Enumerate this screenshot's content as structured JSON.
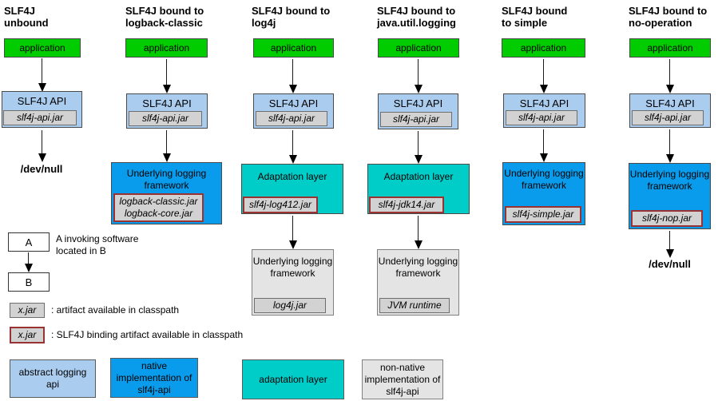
{
  "columns": [
    {
      "title1": "SLF4J",
      "title2": "unbound",
      "application": "application",
      "api_label": "SLF4J API",
      "api_jar": "slf4j-api.jar",
      "output": "/dev/null"
    },
    {
      "title1": "SLF4J bound to",
      "title2": "logback-classic",
      "application": "application",
      "api_label": "SLF4J API",
      "api_jar": "slf4j-api.jar",
      "framework_label": "Underlying logging framework",
      "framework_jar1": "logback-classic.jar",
      "framework_jar2": "logback-core.jar"
    },
    {
      "title1": "SLF4J bound to",
      "title2": "log4j",
      "application": "application",
      "api_label": "SLF4J API",
      "api_jar": "slf4j-api.jar",
      "adaptation_label": "Adaptation layer",
      "adaptation_jar": "slf4j-log412.jar",
      "framework_label": "Underlying logging framework",
      "framework_jar1": "log4j.jar"
    },
    {
      "title1": "SLF4J bound to",
      "title2": "java.util.logging",
      "application": "application",
      "api_label": "SLF4J API",
      "api_jar": "slf4j-api.jar",
      "adaptation_label": "Adaptation layer",
      "adaptation_jar": "slf4j-jdk14.jar",
      "framework_label": "Underlying logging framework",
      "framework_jar1": "JVM runtime"
    },
    {
      "title1": "SLF4J bound",
      "title2": "to simple",
      "application": "application",
      "api_label": "SLF4J API",
      "api_jar": "slf4j-api.jar",
      "framework_label": "Underlying logging framework",
      "framework_jar1": "slf4j-simple.jar"
    },
    {
      "title1": "SLF4J bound to",
      "title2": "no-operation",
      "application": "application",
      "api_label": "SLF4J API",
      "api_jar": "slf4j-api.jar",
      "framework_label": "Underlying logging framework",
      "framework_jar1": "slf4j-nop.jar",
      "output": "/dev/null"
    }
  ],
  "legend": {
    "box_a": "A",
    "box_b": "B",
    "invoke_note": "A invoking software located in B",
    "jar_plain": "x.jar",
    "jar_plain_desc": ": artifact available in classpath",
    "jar_binding": "x.jar",
    "jar_binding_desc": ": SLF4J binding artifact available in classpath"
  },
  "color_key": [
    {
      "label": "abstract logging api",
      "color": "#aaccee"
    },
    {
      "label": "native implementation of slf4j-api",
      "color": "#0a9cec"
    },
    {
      "label": "adaptation layer",
      "color": "#00ccc8"
    },
    {
      "label": "non-native implementation of slf4j-api",
      "color": "#e4e4e4"
    }
  ],
  "colors": {
    "application_green": "#00cc00",
    "abstract_api_blue": "#aaccee",
    "native_impl_blue": "#0a9cec",
    "adaptation_teal": "#00ccc8",
    "non_native_gray": "#e4e4e4",
    "jar_fill": "#d2d2d2",
    "binding_border_red": "#993333"
  }
}
